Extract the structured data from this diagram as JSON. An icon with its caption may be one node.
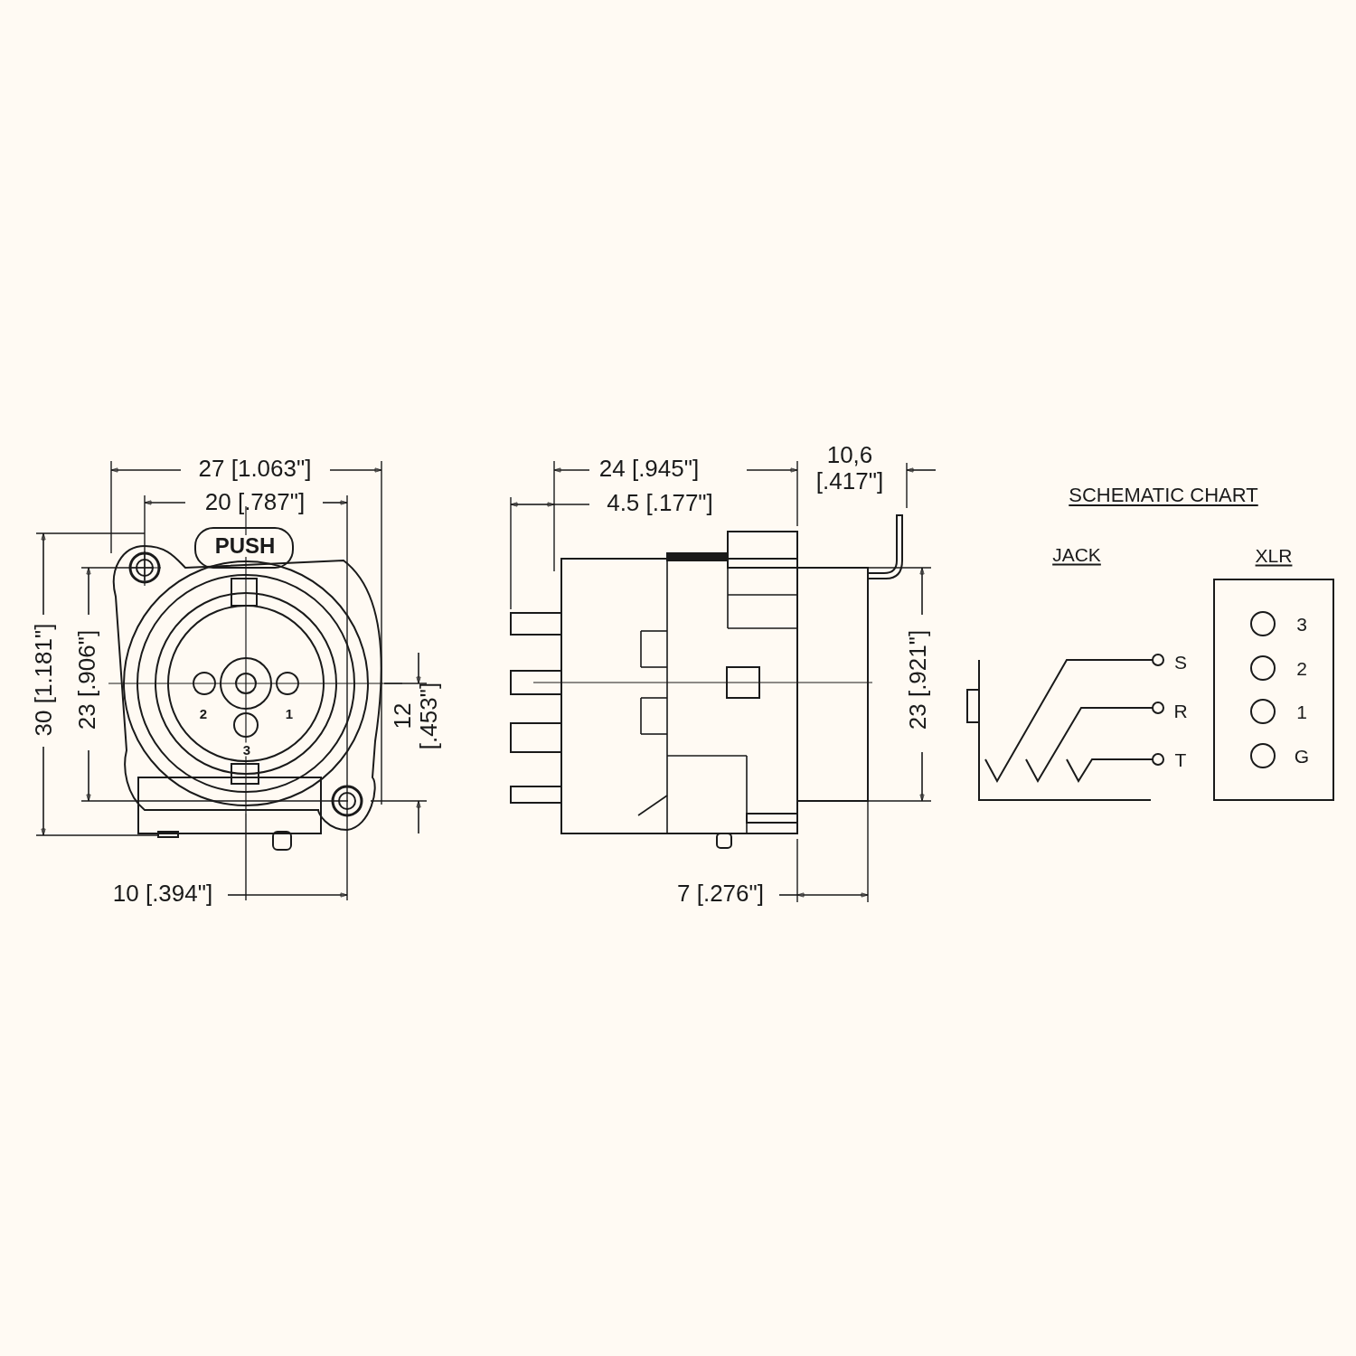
{
  "diagram": {
    "nodes": [
      {
        "text": [
          "XLR",
          "3",
          "2",
          "1",
          "G"
        ]
      }
    ],
    "labels": [
      "27 [1.063\"]",
      "20 [.787\"]",
      "30 [1.181\"]",
      "23 [.906\"]",
      "PUSH",
      "2",
      "1",
      "3",
      "12 [.453\"]",
      "10 [.394\"]",
      "24 [.945\"]",
      "4.5 [.177\"]",
      "10,6 [.417\"]",
      "23 [.921\"]",
      "7 [.276\"]",
      "SCHEMATIC CHART",
      "JACK",
      "S",
      "R",
      "T"
    ]
  }
}
